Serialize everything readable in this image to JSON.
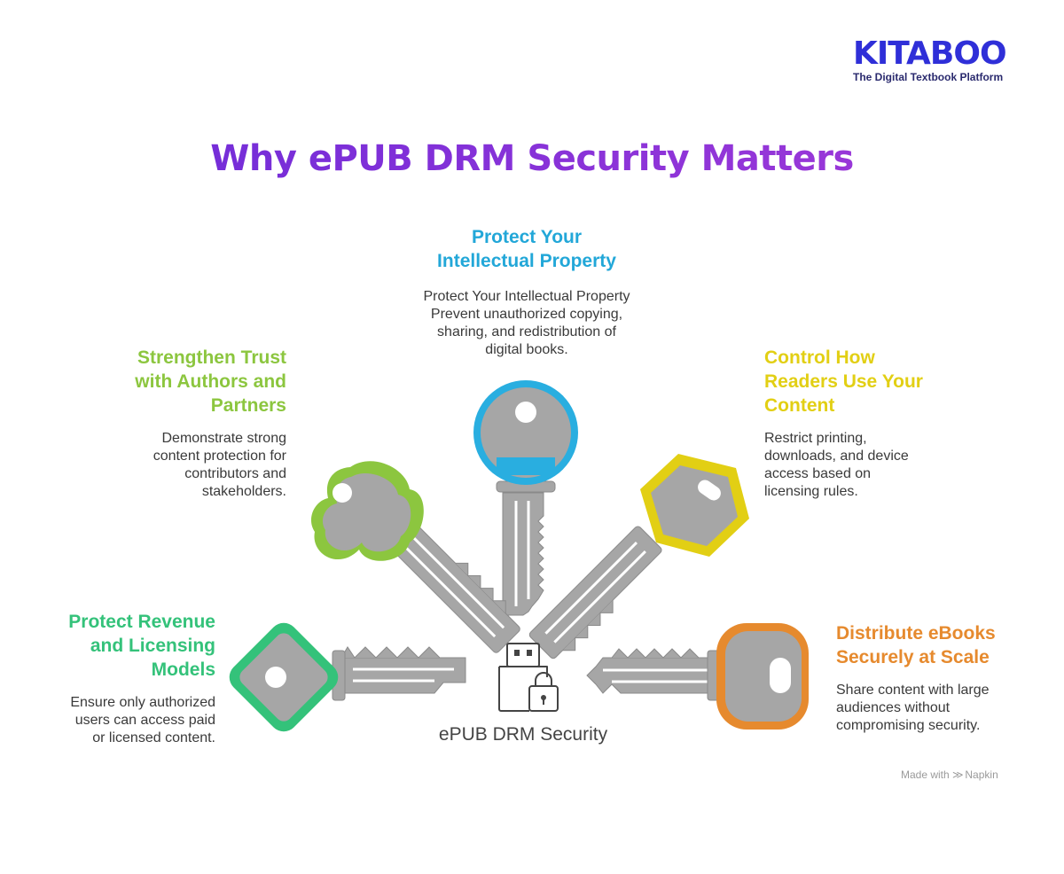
{
  "logo": {
    "wordmark": "KITABOO",
    "tagline": "The Digital Textbook Platform",
    "color": "#2f2fd8"
  },
  "title": "Why ePUB DRM Security Matters",
  "center_label": "ePUB DRM Security",
  "sections": [
    {
      "id": "protect-ip",
      "heading_lines": [
        "Protect Your",
        "Intellectual Property"
      ],
      "description_lines": [
        "Protect Your Intellectual Property",
        "Prevent unauthorized copying,",
        "sharing, and redistribution of",
        "digital books."
      ],
      "color": "#22a7d8",
      "icon": "key-round-icon"
    },
    {
      "id": "strengthen-trust",
      "heading_lines": [
        "Strengthen Trust",
        "with Authors and",
        "Partners"
      ],
      "description_lines": [
        "Demonstrate strong",
        "content protection for",
        "contributors and",
        "stakeholders."
      ],
      "color": "#8cc63f",
      "icon": "key-clover-icon"
    },
    {
      "id": "control-readers",
      "heading_lines": [
        "Control How",
        "Readers Use Your",
        "Content"
      ],
      "description_lines": [
        "Restrict printing,",
        "downloads, and device",
        "access based on",
        "licensing rules."
      ],
      "color": "#e2cf14",
      "icon": "key-hexagon-icon"
    },
    {
      "id": "protect-revenue",
      "heading_lines": [
        "Protect Revenue",
        "and Licensing",
        "Models"
      ],
      "description_lines": [
        "Ensure only authorized",
        "users can access paid",
        "or licensed content."
      ],
      "color": "#34c27a",
      "icon": "key-diamond-icon"
    },
    {
      "id": "distribute",
      "heading_lines": [
        "Distribute eBooks",
        "Securely at Scale"
      ],
      "description_lines": [
        "Share content with large",
        "audiences without",
        "compromising security."
      ],
      "color": "#e68a2e",
      "icon": "key-rounded-icon"
    }
  ],
  "footer": {
    "made_with": "Made with",
    "brand": "Napkin"
  }
}
